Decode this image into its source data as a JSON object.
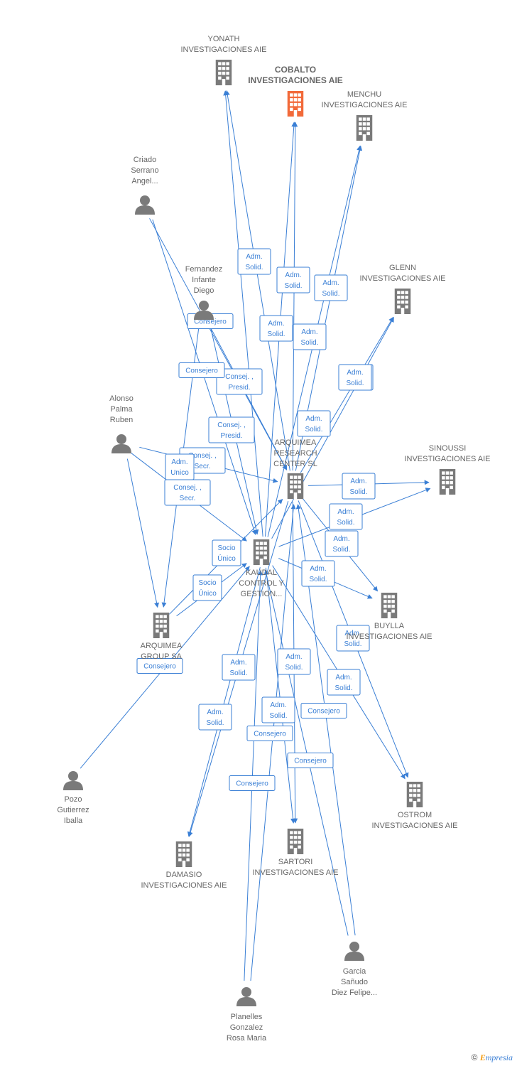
{
  "colors": {
    "edge": "#3a7fd5",
    "company": "#7a7a7a",
    "focus_company": "#f26a3a",
    "person": "#7a7a7a"
  },
  "footer": {
    "copyright": "©",
    "brand_initial": "E",
    "brand_rest": "mpresia"
  },
  "nodes": [
    {
      "id": "yonath",
      "kind": "company",
      "lines": [
        "YONATH",
        "INVESTIGACIONES AIE"
      ],
      "icon": "building-icon"
    },
    {
      "id": "cobalto",
      "kind": "focus",
      "lines": [
        "COBALTO",
        "INVESTIGACIONES AIE"
      ],
      "icon": "building-icon"
    },
    {
      "id": "menchu",
      "kind": "company",
      "lines": [
        "MENCHU",
        "INVESTIGACIONES AIE"
      ],
      "icon": "building-icon"
    },
    {
      "id": "criado",
      "kind": "person",
      "lines": [
        "Criado",
        "Serrano",
        "Angel..."
      ],
      "icon": "person-icon"
    },
    {
      "id": "fernandez",
      "kind": "person",
      "lines": [
        "Fernandez",
        "Infante",
        "Diego"
      ],
      "icon": "person-icon"
    },
    {
      "id": "glenn",
      "kind": "company",
      "lines": [
        "GLENN",
        "INVESTIGACIONES AIE"
      ],
      "icon": "building-icon"
    },
    {
      "id": "alonso",
      "kind": "person",
      "lines": [
        "Alonso",
        "Palma",
        "Ruben"
      ],
      "icon": "person-icon"
    },
    {
      "id": "arquimea_rc",
      "kind": "company",
      "lines": [
        "ARQUIMEA",
        "RESEARCH",
        "CENTER  SL"
      ],
      "icon": "building-icon"
    },
    {
      "id": "sinoussi",
      "kind": "company",
      "lines": [
        "SINOUSSI",
        "INVESTIGACIONES AIE"
      ],
      "icon": "building-icon"
    },
    {
      "id": "kaudal",
      "kind": "company",
      "lines": [
        "KAUDAL",
        "CONTROL Y",
        "GESTION..."
      ],
      "icon": "building-icon"
    },
    {
      "id": "buylla",
      "kind": "company",
      "lines": [
        "BUYLLA",
        "INVESTIGACIONES AIE"
      ],
      "icon": "building-icon"
    },
    {
      "id": "arquimea_g",
      "kind": "company",
      "lines": [
        "ARQUIMEA",
        "GROUP SA"
      ],
      "icon": "building-icon"
    },
    {
      "id": "pozo",
      "kind": "person",
      "lines": [
        "Pozo",
        "Gutierrez",
        "Iballa"
      ],
      "icon": "person-icon"
    },
    {
      "id": "ostrom",
      "kind": "company",
      "lines": [
        "OSTROM",
        "INVESTIGACIONES AIE"
      ],
      "icon": "building-icon"
    },
    {
      "id": "damasio",
      "kind": "company",
      "lines": [
        "DAMASIO",
        "INVESTIGACIONES AIE"
      ],
      "icon": "building-icon"
    },
    {
      "id": "sartori",
      "kind": "company",
      "lines": [
        "SARTORI",
        "INVESTIGACIONES AIE"
      ],
      "icon": "building-icon"
    },
    {
      "id": "garcia",
      "kind": "person",
      "lines": [
        "Garcia",
        "Sañudo",
        "Diez Felipe..."
      ],
      "icon": "person-icon"
    },
    {
      "id": "planelles",
      "kind": "person",
      "lines": [
        "Planelles",
        "Gonzalez",
        "Rosa Maria"
      ],
      "icon": "person-icon"
    }
  ],
  "edges": [
    {
      "from": "arquimea_rc",
      "to": "yonath",
      "lines": [
        "Adm.",
        "Solid."
      ]
    },
    {
      "from": "kaudal",
      "to": "yonath",
      "lines": [
        "Adm.",
        "Solid."
      ]
    },
    {
      "from": "arquimea_rc",
      "to": "cobalto",
      "lines": [
        "Adm.",
        "Solid."
      ]
    },
    {
      "from": "kaudal",
      "to": "cobalto",
      "lines": [
        "Adm.",
        "Solid."
      ]
    },
    {
      "from": "arquimea_rc",
      "to": "menchu",
      "lines": [
        "Adm.",
        "Solid."
      ]
    },
    {
      "from": "kaudal",
      "to": "menchu",
      "lines": [
        "Adm.",
        "Solid."
      ]
    },
    {
      "from": "arquimea_rc",
      "to": "glenn",
      "lines": [
        "Adm.",
        "Solid."
      ]
    },
    {
      "from": "kaudal",
      "to": "glenn",
      "lines": [
        "Adm.",
        "Solid."
      ]
    },
    {
      "from": "arquimea_rc",
      "to": "sinoussi",
      "lines": [
        "Adm.",
        "Solid."
      ]
    },
    {
      "from": "kaudal",
      "to": "sinoussi",
      "lines": [
        "Adm.",
        "Solid."
      ]
    },
    {
      "from": "arquimea_rc",
      "to": "buylla",
      "lines": [
        "Adm.",
        "Solid."
      ]
    },
    {
      "from": "kaudal",
      "to": "buylla",
      "lines": [
        "Adm.",
        "Solid."
      ]
    },
    {
      "from": "arquimea_rc",
      "to": "ostrom",
      "lines": [
        "Adm.",
        "Solid."
      ]
    },
    {
      "from": "kaudal",
      "to": "ostrom",
      "lines": [
        "Adm.",
        "Solid."
      ]
    },
    {
      "from": "arquimea_rc",
      "to": "damasio",
      "lines": [
        "Adm.",
        "Solid."
      ]
    },
    {
      "from": "kaudal",
      "to": "damasio",
      "lines": [
        "Adm.",
        "Solid."
      ]
    },
    {
      "from": "arquimea_rc",
      "to": "sartori",
      "lines": [
        "Adm.",
        "Solid."
      ]
    },
    {
      "from": "kaudal",
      "to": "sartori",
      "lines": [
        "Adm.",
        "Solid."
      ]
    },
    {
      "from": "criado",
      "to": "arquimea_rc",
      "lines": [
        "Consejero"
      ]
    },
    {
      "from": "criado",
      "to": "kaudal",
      "lines": [
        "Consej. ,",
        "Presid."
      ]
    },
    {
      "from": "fernandez",
      "to": "arquimea_rc",
      "lines": [
        "Consej. ,",
        "Presid."
      ]
    },
    {
      "from": "fernandez",
      "to": "kaudal",
      "lines": [
        "Consejero"
      ]
    },
    {
      "from": "fernandez",
      "to": "arquimea_g",
      "lines": [
        "Consejero"
      ]
    },
    {
      "from": "alonso",
      "to": "arquimea_rc",
      "lines": [
        "Consej. ,",
        "Secr."
      ]
    },
    {
      "from": "alonso",
      "to": "kaudal",
      "lines": [
        "Consej. ,",
        "Secr."
      ]
    },
    {
      "from": "alonso",
      "to": "arquimea_g",
      "lines": [
        "Adm.",
        "Unico"
      ]
    },
    {
      "from": "arquimea_g",
      "to": "arquimea_rc",
      "lines": [
        "Socio",
        "Único"
      ]
    },
    {
      "from": "arquimea_g",
      "to": "kaudal",
      "lines": [
        "Socio",
        "Único"
      ]
    },
    {
      "from": "pozo",
      "to": "kaudal",
      "lines": [
        "Consejero"
      ]
    },
    {
      "from": "garcia",
      "to": "arquimea_rc",
      "lines": [
        "Consejero"
      ]
    },
    {
      "from": "garcia",
      "to": "kaudal",
      "lines": [
        "Consejero"
      ]
    },
    {
      "from": "planelles",
      "to": "arquimea_rc",
      "lines": [
        "Consejero"
      ]
    },
    {
      "from": "planelles",
      "to": "kaudal",
      "lines": [
        "Consejero"
      ]
    }
  ]
}
